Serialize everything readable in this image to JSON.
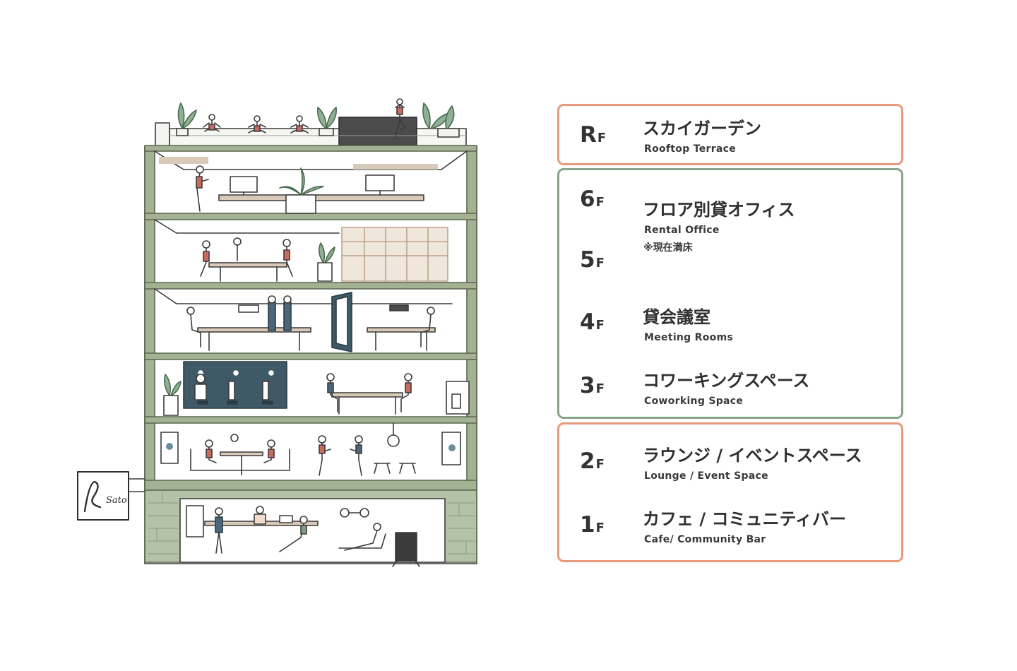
{
  "colors": {
    "orange_frame": "#e89a7c",
    "green_frame": "#86a58b",
    "building_wall": "#8f9f7e",
    "brick_base": "#a6b79a",
    "text": "#2e2e2e"
  },
  "sign": {
    "text": "Sato"
  },
  "floors": {
    "rf": {
      "num": "R",
      "unit": "F",
      "title": "スカイガーデン",
      "subtitle": "Rooftop Terrace"
    },
    "f6": {
      "num": "6",
      "unit": "F"
    },
    "f5": {
      "num": "5",
      "unit": "F"
    },
    "office": {
      "title": "フロア別貸オフィス",
      "subtitle": "Rental Office",
      "note": "※現在満床"
    },
    "f4": {
      "num": "4",
      "unit": "F",
      "title": "貸会議室",
      "subtitle": "Meeting Rooms"
    },
    "f3": {
      "num": "3",
      "unit": "F",
      "title": "コワーキングスペース",
      "subtitle": "Coworking Space"
    },
    "f2": {
      "num": "2",
      "unit": "F",
      "title": "ラウンジ / イベントスペース",
      "subtitle": "Lounge / Event Space"
    },
    "f1": {
      "num": "1",
      "unit": "F",
      "title": "カフェ / コミュニティバー",
      "subtitle": "Cafe/ Community Bar"
    }
  }
}
